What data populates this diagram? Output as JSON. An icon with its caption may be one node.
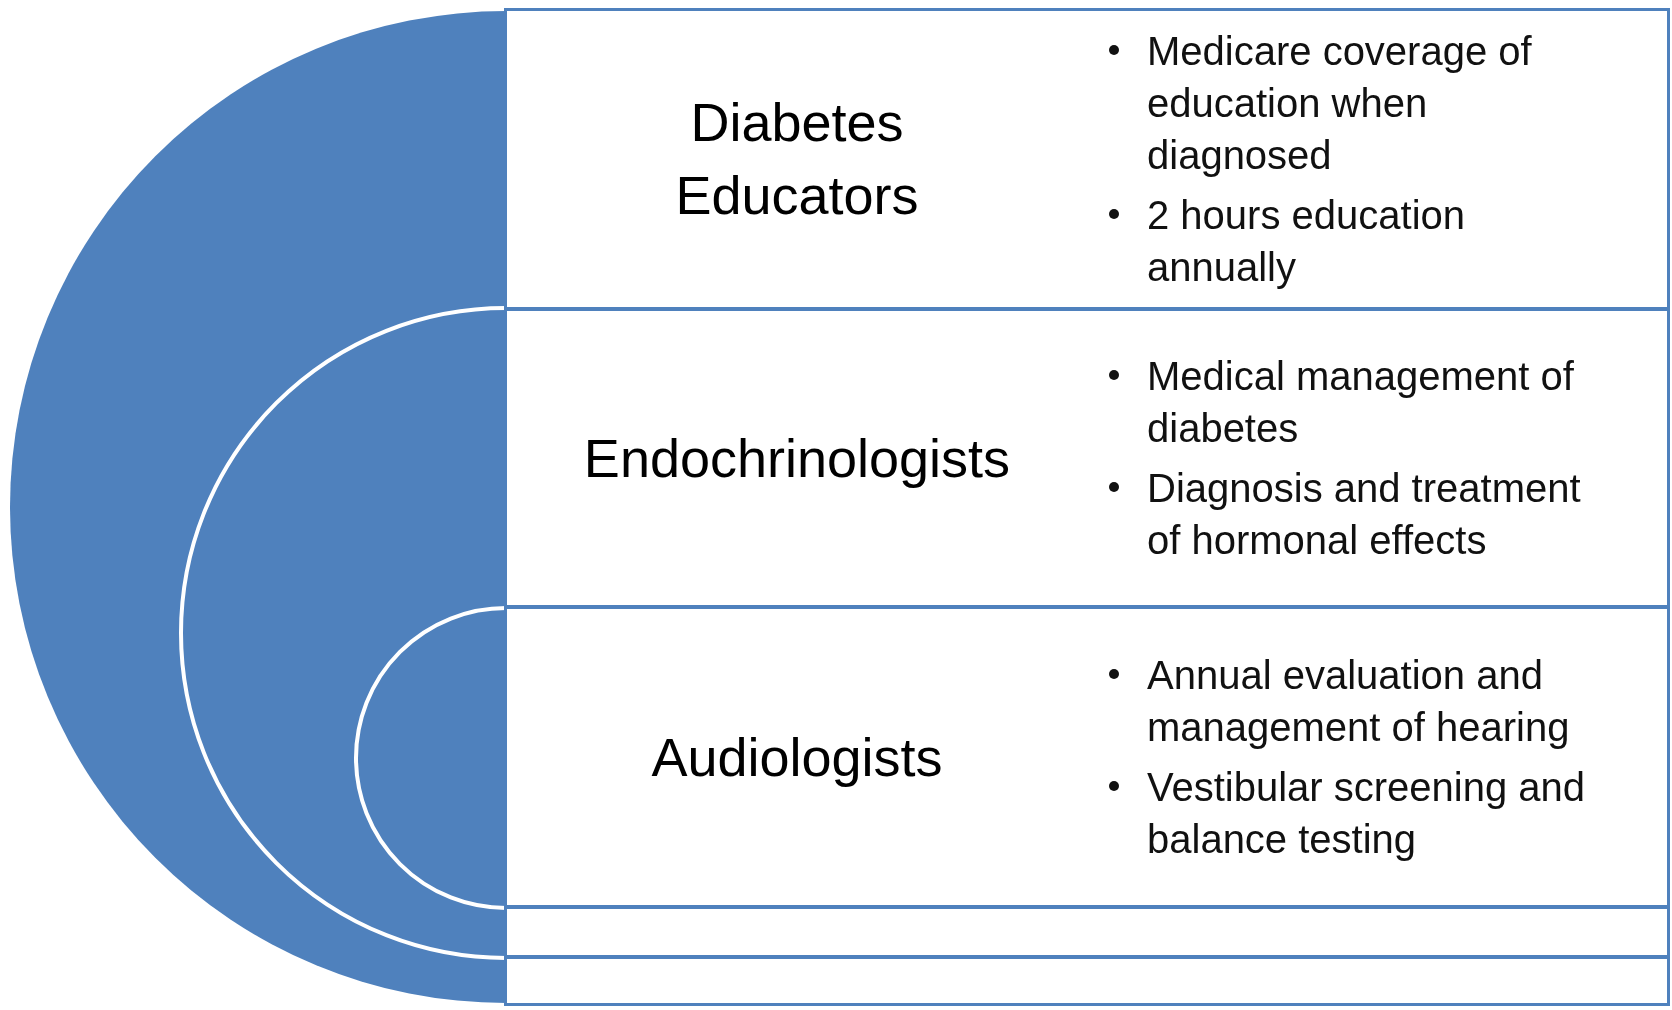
{
  "diagram": {
    "nodes": [
      {
        "text": [
          "Diabetes Educators",
          "Medicare coverage of education when diagnosed",
          "2 hours education annually"
        ]
      },
      {
        "text": [
          "Endochrinologists",
          "Medical management of diabetes",
          "Diagnosis and treatment of hormonal effects"
        ]
      },
      {
        "text": [
          "Audiologists",
          "Annual evaluation and management of hearing",
          "Vestibular screening and balance testing"
        ]
      },
      {
        "text": [],
        "shape": "box"
      },
      {
        "text": [],
        "shape": "box"
      }
    ]
  }
}
